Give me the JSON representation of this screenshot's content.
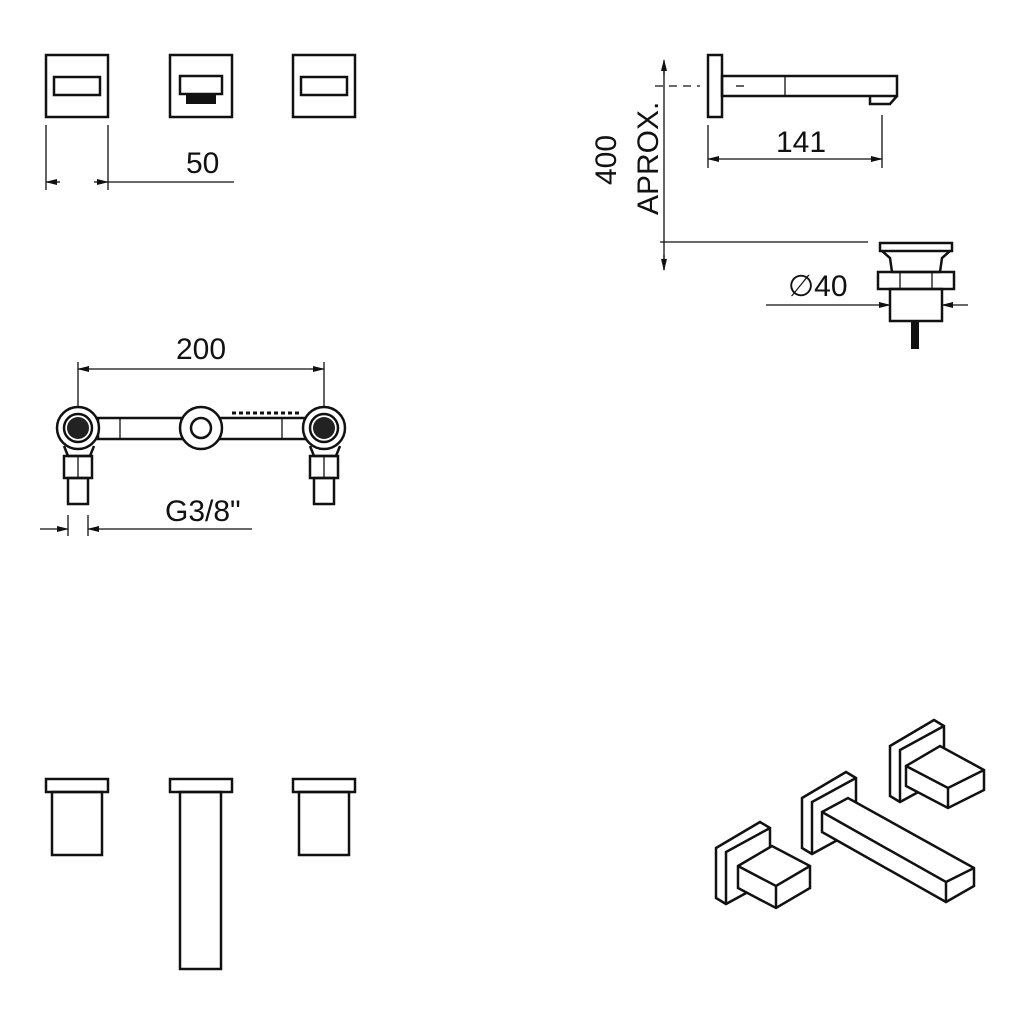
{
  "dimensions": {
    "handle_spacing": "50",
    "spout_projection": "141",
    "height_value": "400",
    "height_note": "APROX.",
    "drain_diameter": "∅40",
    "body_width": "200",
    "thread": "G3/8\""
  },
  "colors": {
    "line": "#111111",
    "background": "#ffffff"
  }
}
